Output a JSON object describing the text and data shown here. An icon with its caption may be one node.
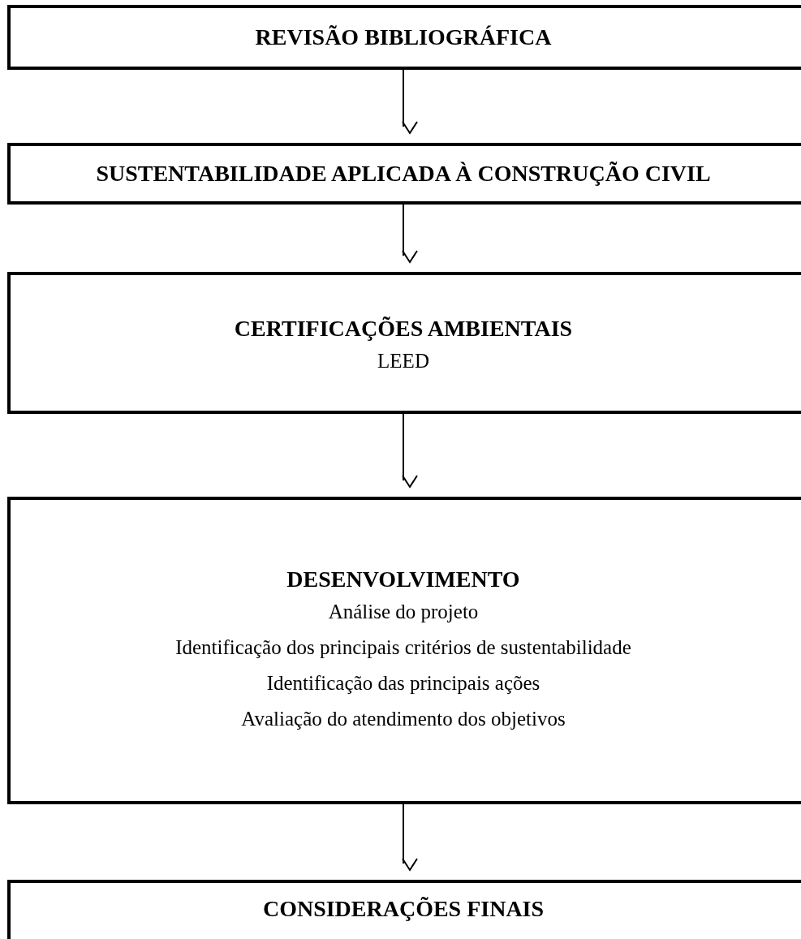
{
  "diagram": {
    "nodes": [
      {
        "text": [
          "REVISÃO BIBLIOGRÁFICA"
        ]
      },
      {
        "text": [
          "SUSTENTABILIDADE APLICADA À CONSTRUÇÃO CIVIL"
        ]
      },
      {
        "text": [
          "CERTIFICAÇÕES AMBIENTAIS",
          "LEED"
        ]
      },
      {
        "text": [
          "DESENVOLVIMENTO",
          "Análise do projeto",
          "Identificação dos principais critérios de sustentabilidade",
          "Identificação das principais ações",
          "Avaliação do atendimento dos objetivos"
        ]
      },
      {
        "text": [
          "CONSIDERAÇÕES FINAIS"
        ]
      }
    ],
    "edges": [
      {
        "from": 0,
        "to": 1,
        "arrow": "to"
      },
      {
        "from": 1,
        "to": 2,
        "arrow": "to"
      },
      {
        "from": 2,
        "to": 3,
        "arrow": "to"
      },
      {
        "from": 3,
        "to": 4,
        "arrow": "to"
      }
    ]
  }
}
